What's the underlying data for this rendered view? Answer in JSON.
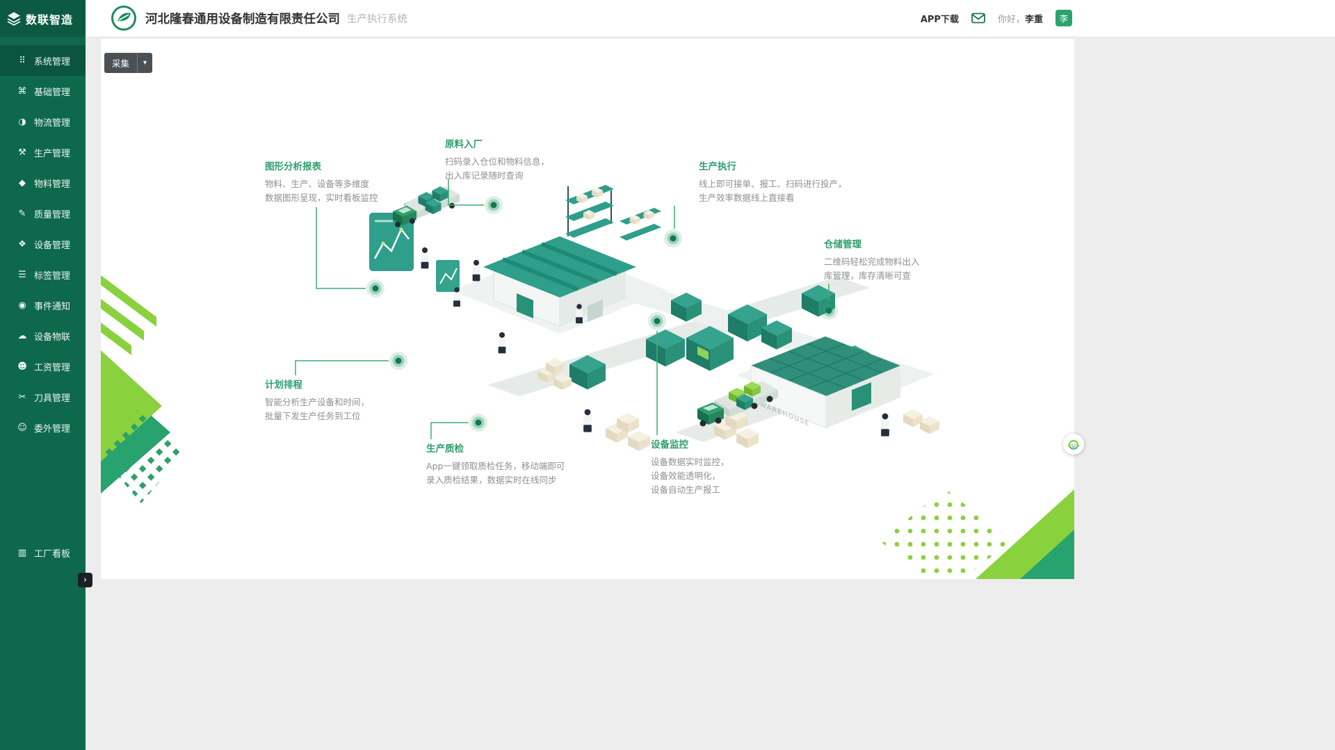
{
  "brand": {
    "sidebar_logo": "数联智造",
    "company_name": "河北隆春通用设备制造有限责任公司",
    "system_name": "生产执行系统"
  },
  "header": {
    "app_download_label": "APP下载",
    "greeting_prefix": "你好，",
    "username": "李重",
    "avatar_initial": "李"
  },
  "toolbar": {
    "collect_label": "采集",
    "caret_glyph": "▾"
  },
  "sidebar": {
    "collapse_glyph": "›",
    "items": [
      {
        "label": "系统管理",
        "icon": "system-grid-icon",
        "glyph": "⠿"
      },
      {
        "label": "基础管理",
        "icon": "basic-command-icon",
        "glyph": "⌘"
      },
      {
        "label": "物流管理",
        "icon": "logistics-icon",
        "glyph": "◑"
      },
      {
        "label": "生产管理",
        "icon": "production-icon",
        "glyph": "⚒"
      },
      {
        "label": "物料管理",
        "icon": "material-icon",
        "glyph": "◆"
      },
      {
        "label": "质量管理",
        "icon": "quality-icon",
        "glyph": "✎"
      },
      {
        "label": "设备管理",
        "icon": "equipment-icon",
        "glyph": "❖"
      },
      {
        "label": "标签管理",
        "icon": "label-icon",
        "glyph": "☰"
      },
      {
        "label": "事件通知",
        "icon": "notification-icon",
        "glyph": "◉"
      },
      {
        "label": "设备物联",
        "icon": "iot-cloud-icon",
        "glyph": "☁"
      },
      {
        "label": "工资管理",
        "icon": "salary-icon",
        "glyph": "☻"
      },
      {
        "label": "刀具管理",
        "icon": "cutter-icon",
        "glyph": "✂"
      },
      {
        "label": "委外管理",
        "icon": "outsourcing-icon",
        "glyph": "☺"
      }
    ],
    "dashboard_item": {
      "label": "工厂看板",
      "icon": "dashboard-chart-icon",
      "glyph": "▥"
    }
  },
  "callouts": [
    {
      "title": "图形分析报表",
      "lines": [
        "物料、生产、设备等多维度",
        "数据图形呈现，实时看板监控"
      ]
    },
    {
      "title": "原料入厂",
      "lines": [
        "扫码录入仓位和物料信息，",
        "出入库记录随时查询"
      ]
    },
    {
      "title": "生产执行",
      "lines": [
        "线上即可接单、报工、扫码进行投产，",
        "生产效率数据线上直接看"
      ]
    },
    {
      "title": "仓储管理",
      "lines": [
        "二维码轻松完成物料出入",
        "库管理，库存清晰可查"
      ]
    },
    {
      "title": "计划排程",
      "lines": [
        "智能分析生产设备和时间，",
        "批量下发生产任务到工位"
      ]
    },
    {
      "title": "生产质检",
      "lines": [
        "App一键领取质检任务，移动端即可",
        "录入质检结果，数据实时在线同步"
      ]
    },
    {
      "title": "设备监控",
      "lines": [
        "设备数据实时监控，",
        "设备效能透明化，",
        "设备自动生产报工"
      ]
    }
  ],
  "illustration": {
    "warehouse_label": "WAREHOUSE"
  },
  "colors": {
    "sidebar_green": "#0e684c",
    "accent_green": "#2f9e6e",
    "lime": "#8ad13e",
    "teal": "#2f9e8a",
    "avatar_green": "#2aa36d"
  }
}
